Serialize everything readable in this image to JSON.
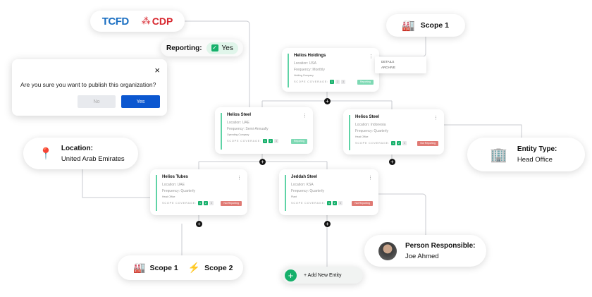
{
  "logos": {
    "tcfd": "TCFD",
    "cdp": "CDP"
  },
  "reporting": {
    "label": "Reporting:",
    "value": "Yes"
  },
  "dialog": {
    "message": "Are you sure you want to publish this organization?",
    "no": "No",
    "yes": "Yes",
    "close": "×"
  },
  "scope1_pill": {
    "label": "Scope 1"
  },
  "menu": {
    "items": [
      "DETAILS",
      "ARCHIVE"
    ]
  },
  "scope_label": "SCOPE COVERAGE:",
  "cards": [
    {
      "name": "Helios Holdings",
      "location": "Location: USA",
      "frequency": "Frequency: Monthly",
      "type": "Holding Company",
      "scopes": [
        true,
        false,
        false
      ],
      "status": "Reporting"
    },
    {
      "name": "Helios Steel",
      "location": "Location: UAE",
      "frequency": "Frequency: Semi-Annually",
      "type": "Operating Company",
      "scopes": [
        true,
        true,
        false
      ],
      "status": "Reporting"
    },
    {
      "name": "Helios Steel",
      "location": "Location: Indonesia",
      "frequency": "Frequency: Quarterly",
      "type": "Head Office",
      "scopes": [
        true,
        true,
        false
      ],
      "status": "Not Reporting"
    },
    {
      "name": "Helios Tubes",
      "location": "Location: UAE",
      "frequency": "Frequency: Quarterly",
      "type": "Head Office",
      "scopes": [
        true,
        true,
        false
      ],
      "status": "Not Reporting"
    },
    {
      "name": "Jeddah Steel",
      "location": "Location: KSA",
      "frequency": "Frequency: Quarterly",
      "type": "Plant",
      "scopes": [
        true,
        true,
        false
      ],
      "status": "Not Reporting"
    }
  ],
  "location": {
    "label": "Location:",
    "value": "United Arab Emirates"
  },
  "entity_type": {
    "label": "Entity Type:",
    "value": "Head Office"
  },
  "person": {
    "label": "Person Responsible:",
    "value": "Joe Ahmed"
  },
  "scopes_pill": {
    "scope1": "Scope 1",
    "scope2": "Scope 2"
  },
  "add_entity": {
    "label": "+ Add New Entity"
  },
  "colors": {
    "green": "#16b06b",
    "reporting": "#7ed9b4",
    "not_reporting": "#e07a74",
    "primary": "#0b57d0",
    "tcfd": "#1b6fc2",
    "cdp": "#d7262e"
  }
}
